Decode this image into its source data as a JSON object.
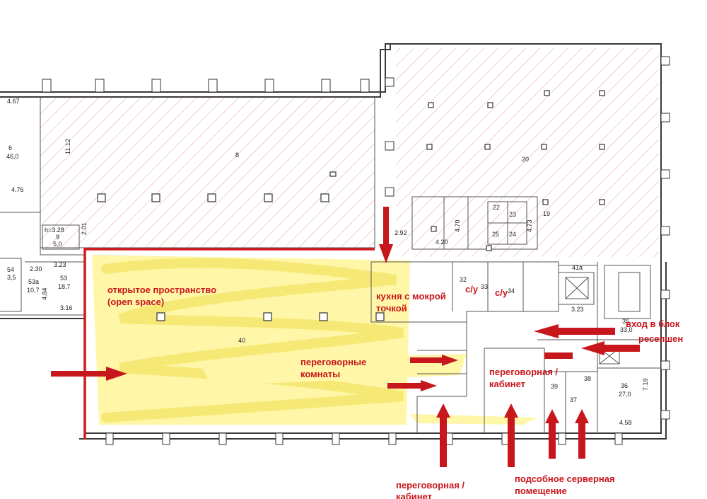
{
  "labels": {
    "d467": "4.67",
    "r6": "6",
    "a46": "46,0",
    "d476": "4.76",
    "d1112": "11.12",
    "r8": "8",
    "d201": "2.01",
    "h328": "h=3.28",
    "r9": "9",
    "a5": "5,0",
    "d323a": "3.23",
    "d230": "2.30",
    "r53": "53",
    "a187": "18,7",
    "r53a": "53а",
    "a107": "10,7",
    "d484": "4.84",
    "r54": "54",
    "a35": "3,5",
    "d316": "3.16",
    "r40": "40",
    "r20": "20",
    "r19": "19",
    "r22": "22",
    "r23": "23",
    "r24": "24",
    "r25": "25",
    "d292": "2.92",
    "d470": "4.70",
    "d473": "4.73",
    "d420": "4.20",
    "r41a": "41а",
    "r32": "32",
    "r33": "33",
    "r34": "34",
    "d323b": "3.23",
    "r35": "35",
    "a33": "33,0",
    "r39": "39",
    "r38": "38",
    "r37": "37",
    "r36": "36",
    "a27": "27,0",
    "d718": "7.18",
    "d458": "4.58"
  },
  "annotations": {
    "open_space_ru": "открытое  пространство",
    "open_space_en": "(open space)",
    "kitchen_1": "кухня с мокрой",
    "kitchen_2": "точкой",
    "wc_1": "с/у",
    "wc_2": "с/у",
    "entrance_1": "вход в блок",
    "entrance_2": "ресепшен",
    "meeting_rooms_1": "переговорные",
    "meeting_rooms_2": "комнаты",
    "meeting_office_1": "переговорная /",
    "meeting_office_2": "кабинет",
    "meeting_office_bottom_1": "переговорная /",
    "meeting_office_bottom_2": "кабинет",
    "utility_1": "подсобное серверная",
    "utility_2": "помещение"
  },
  "colors": {
    "annotation": "#c8171c",
    "hatch": "#e4a0a0",
    "highlight": "#fff27a"
  }
}
